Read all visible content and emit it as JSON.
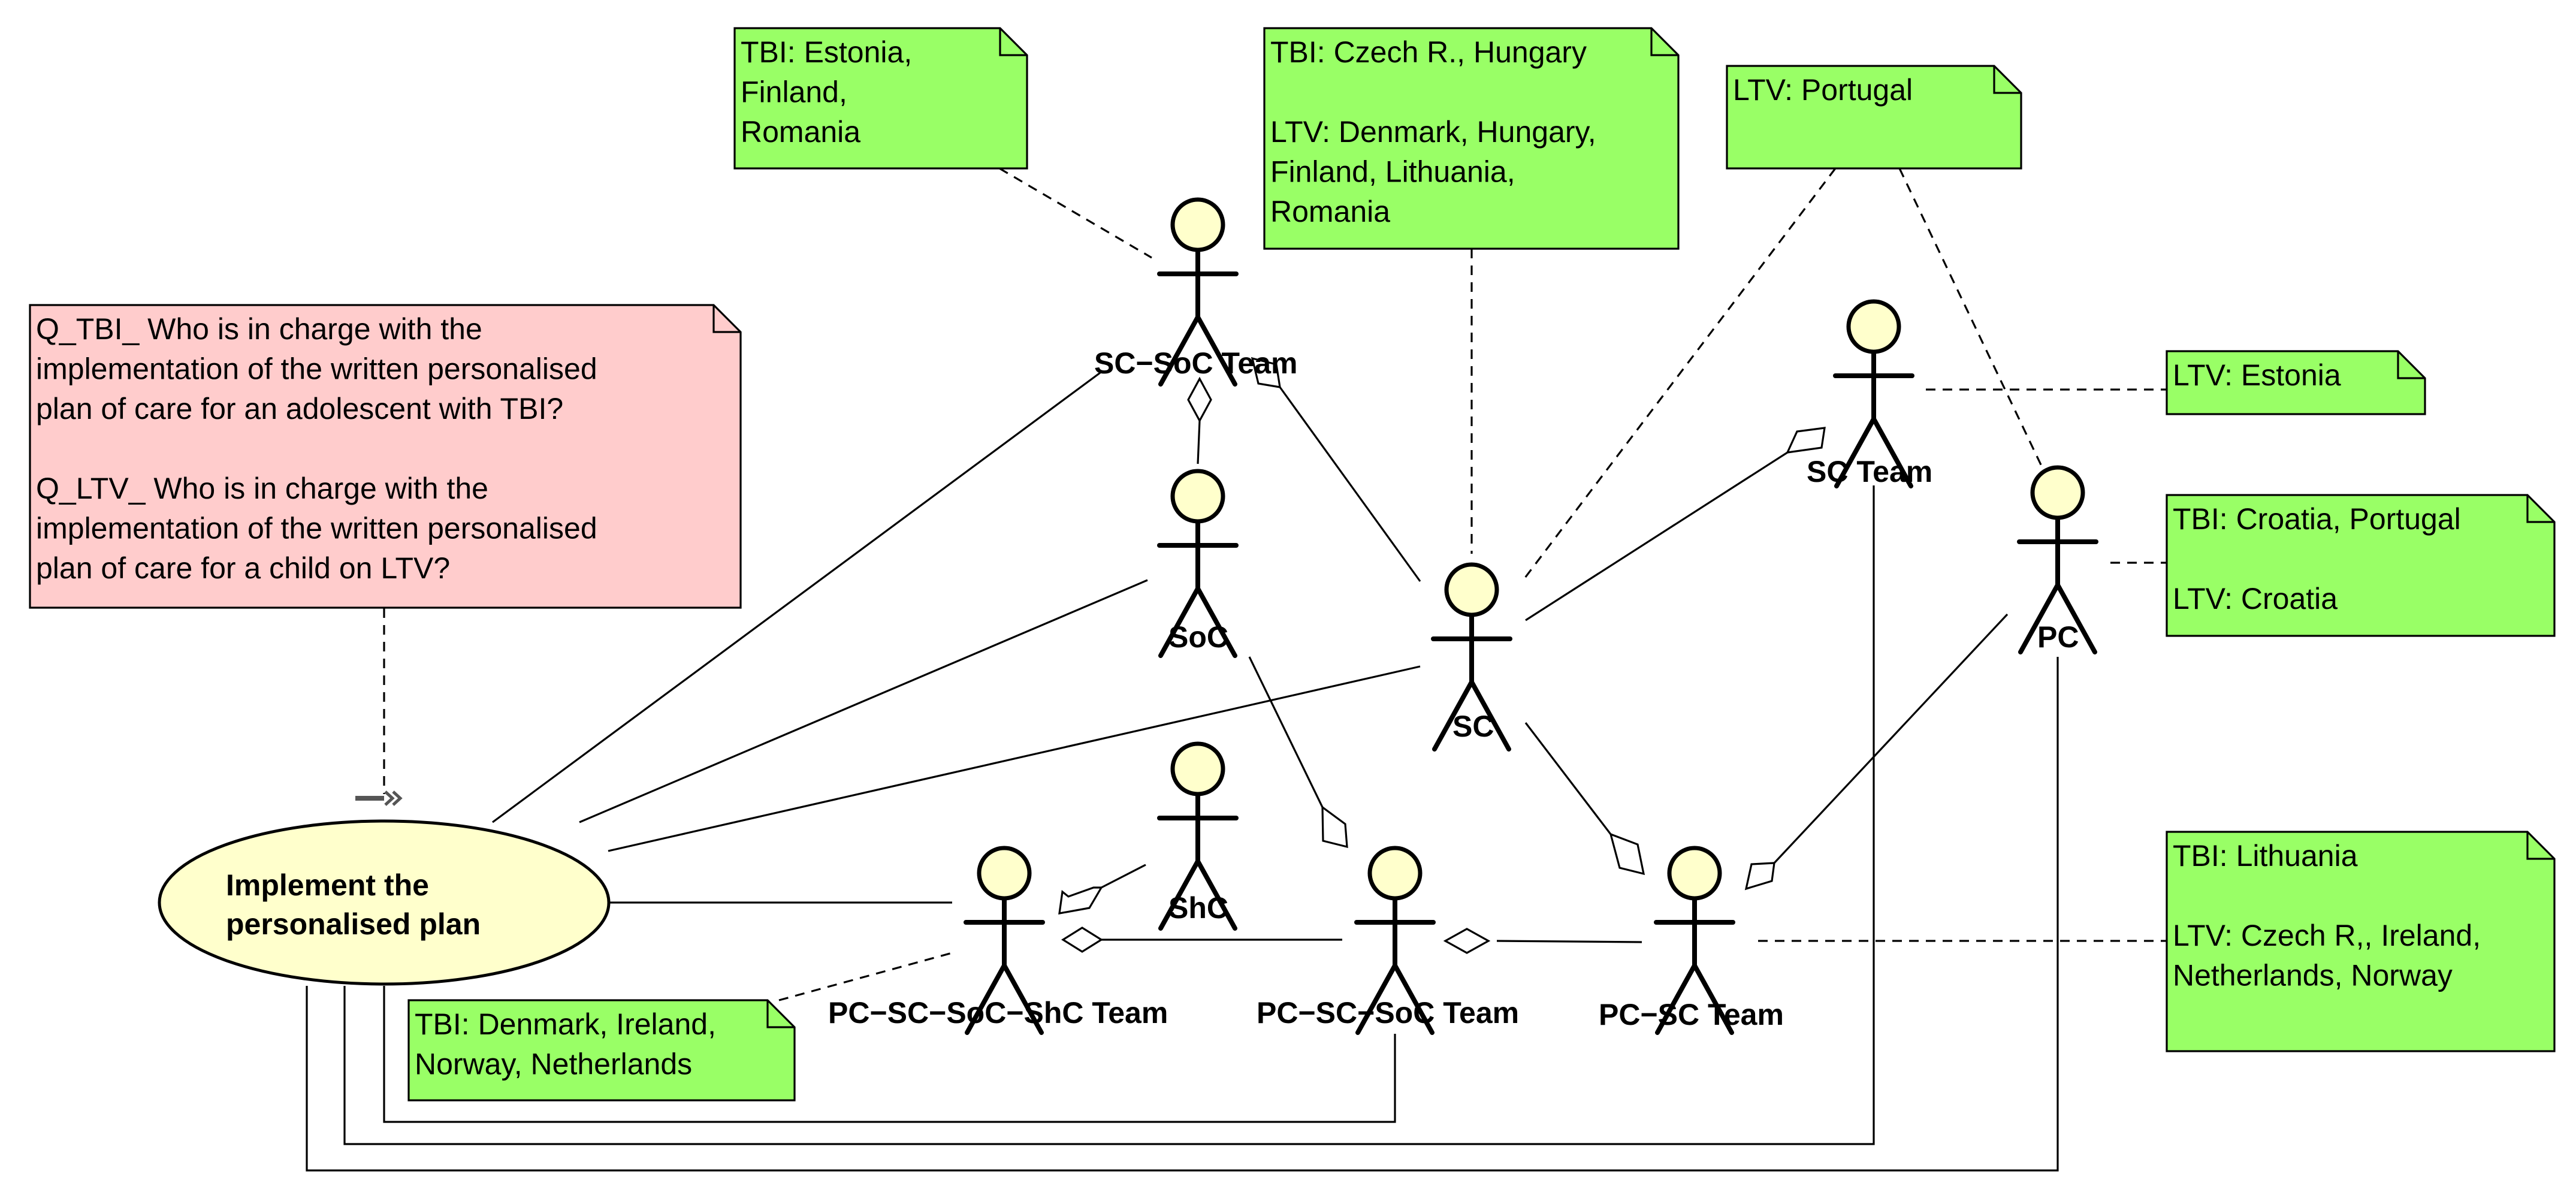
{
  "colors": {
    "note_green": "#99ff66",
    "note_pink": "#ffcccc",
    "actor_fill": "#ffffcc",
    "usecase_fill": "#ffffcc",
    "line": "#000000"
  },
  "use_case": {
    "label_lines": [
      "Implement the",
      "personalised plan"
    ]
  },
  "actors": {
    "sc_soc_team": "SC−SoC Team",
    "soc": "SoC",
    "sc": "SC",
    "sc_team": "SC Team",
    "pc": "PC",
    "shc": "ShC",
    "pc_sc_soc_shc_team": "PC−SC−SoC−ShC Team",
    "pc_sc_soc_team": "PC−SC−SoC Team",
    "pc_sc_team": "PC−SC Team"
  },
  "notes": {
    "question": {
      "lines": [
        "Q_TBI_ Who is in charge with the",
        "implementation of the written personalised",
        "plan of care for an adolescent with TBI?",
        "",
        "Q_LTV_ Who is in charge with the",
        "implementation of the written personalised",
        "plan of care for a child on LTV?"
      ]
    },
    "estonia_finland_romania": {
      "lines": [
        "TBI: Estonia,",
        "Finland,",
        "Romania"
      ]
    },
    "czech_hungary": {
      "lines": [
        "TBI: Czech R., Hungary",
        "",
        "LTV: Denmark, Hungary,",
        "Finland, Lithuania,",
        "Romania"
      ]
    },
    "portugal": {
      "lines": [
        "LTV: Portugal"
      ]
    },
    "ltv_estonia": {
      "lines": [
        "LTV: Estonia"
      ]
    },
    "croatia": {
      "lines": [
        "TBI: Croatia, Portugal",
        "",
        "LTV: Croatia"
      ]
    },
    "lithuania": {
      "lines": [
        "TBI: Lithuania",
        "",
        "LTV: Czech R,, Ireland,",
        "Netherlands, Norway"
      ]
    },
    "denmark_ireland": {
      "lines": [
        "TBI: Denmark, Ireland,",
        "Norway, Netherlands"
      ]
    }
  }
}
